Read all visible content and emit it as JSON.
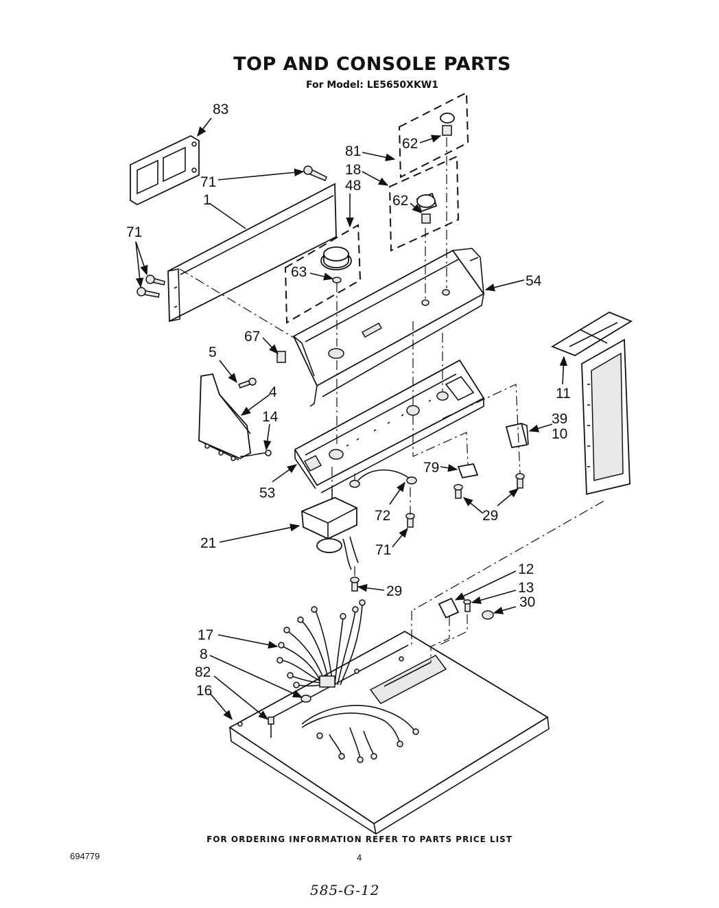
{
  "title": "TOP AND CONSOLE PARTS",
  "model_line": "For Model: LE5650XKW1",
  "footer_note": "FOR ORDERING INFORMATION REFER TO PARTS PRICE LIST",
  "doc_number": "694779",
  "page_number": "4",
  "handwritten_note": "585-G-12",
  "callouts": [
    {
      "id": "c83",
      "label": "83"
    },
    {
      "id": "c71a",
      "label": "71"
    },
    {
      "id": "c1",
      "label": "1"
    },
    {
      "id": "c71b",
      "label": "71"
    },
    {
      "id": "c48",
      "label": "48"
    },
    {
      "id": "c63",
      "label": "63"
    },
    {
      "id": "c81",
      "label": "81"
    },
    {
      "id": "c18",
      "label": "18"
    },
    {
      "id": "c62a",
      "label": "62"
    },
    {
      "id": "c62b",
      "label": "62"
    },
    {
      "id": "c54",
      "label": "54"
    },
    {
      "id": "c67",
      "label": "67"
    },
    {
      "id": "c5",
      "label": "5"
    },
    {
      "id": "c4",
      "label": "4"
    },
    {
      "id": "c14",
      "label": "14"
    },
    {
      "id": "c11",
      "label": "11"
    },
    {
      "id": "c39",
      "label": "39"
    },
    {
      "id": "c10",
      "label": "10"
    },
    {
      "id": "c53",
      "label": "53"
    },
    {
      "id": "c79",
      "label": "79"
    },
    {
      "id": "c72",
      "label": "72"
    },
    {
      "id": "c29a",
      "label": "29"
    },
    {
      "id": "c21",
      "label": "21"
    },
    {
      "id": "c71c",
      "label": "71"
    },
    {
      "id": "c29b",
      "label": "29"
    },
    {
      "id": "c12",
      "label": "12"
    },
    {
      "id": "c13",
      "label": "13"
    },
    {
      "id": "c30",
      "label": "30"
    },
    {
      "id": "c17",
      "label": "17"
    },
    {
      "id": "c8",
      "label": "8"
    },
    {
      "id": "c82",
      "label": "82"
    },
    {
      "id": "c16",
      "label": "16"
    }
  ]
}
